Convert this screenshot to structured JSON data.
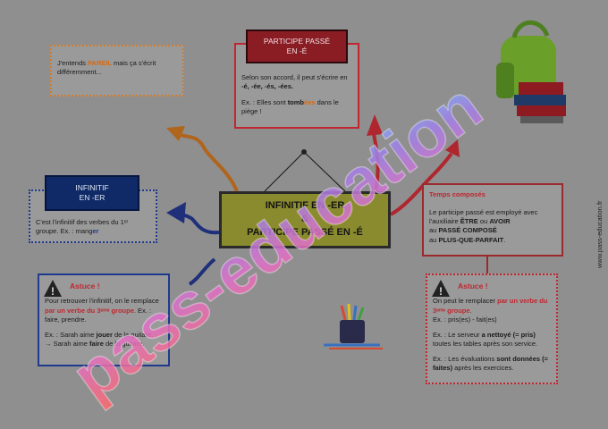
{
  "pareil": {
    "prefix": "J'entends ",
    "word": "PAREIL",
    "rest": " mais ça s'écrit différemment..."
  },
  "participe": {
    "title_line1": "PARTICIPE PASSÉ",
    "title_line2": "EN -É",
    "intro": "Selon son accord, il peut s'écrire en ",
    "forms": "-é, -ée, -és, -ées.",
    "example_prefix": "Ex. : Elles sont ",
    "example_word_a": "tomb",
    "example_word_b": "ées",
    "example_suffix": " dans le piège !"
  },
  "infinitif": {
    "title_line1": "INFINITIF",
    "title_line2": "EN -ER",
    "text": "C'est l'infinitif des verbes du 1ᵉʳ groupe. Ex. : mang",
    "text_end": "er"
  },
  "main": {
    "line1": "INFINITIF EN -ER",
    "line2": "&",
    "line3": "PARTICIPE PASSÉ EN -É"
  },
  "temps": {
    "title": "Temps composés",
    "line1": "Le participe passé est employé avec l'auxiliaire ",
    "etre": "ÊTRE",
    "ou": " ou ",
    "avoir": "AVOIR",
    "line2": "au ",
    "pc": "PASSÉ COMPOSÉ",
    "line3": "au ",
    "pqp": "PLUS-QUE-PARFAIT",
    "dot": "."
  },
  "astuce_left": {
    "head": "Astuce !",
    "l1": "Pour retrouver l'infinitif, on le remplace ",
    "l1b": "par un verbe du 3ᵉᵐᵉ groupe",
    "l1c": ". Ex. : faire, prendre.",
    "ex1a": "Ex. : Sarah aime ",
    "ex1b": "jouer",
    "ex1c": " de la guitare.",
    "ex2a": "→ Sarah aime ",
    "ex2b": "faire",
    "ex2c": " de la guitare."
  },
  "astuce_right": {
    "head": "Astuce !",
    "l1": "On peut le remplacer ",
    "l1b": "par un verbe du 3ᵉᵐᵉ groupe",
    "l1c": ".",
    "ex0": "Ex. : pris(es) - fait(es)",
    "ex1a": "Ex. : Le serveur ",
    "ex1b": "a nettoyé",
    "ex1c": " (= pris)",
    "ex1d": " toutes les tables après son service.",
    "ex2a": "Ex. : Les évaluations ",
    "ex2b": "sont données",
    "ex2c": " (= faites)",
    "ex2d": " après les exercices."
  },
  "watermark": "pass-education",
  "side": "www.pass-education.fr",
  "colors": {
    "red": "#c0262f",
    "blue": "#1f3a8c",
    "orange": "#d86a10",
    "olive": "#8a8a2e"
  }
}
